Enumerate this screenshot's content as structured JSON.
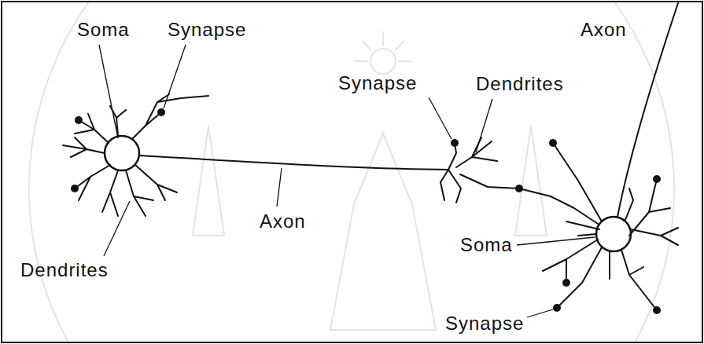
{
  "diagram": {
    "labels": [
      "Soma",
      "Synapse",
      "Axon",
      "Synapse",
      "Dendrites",
      "Axon",
      "Soma",
      "Dendrites",
      "Synapse"
    ]
  }
}
